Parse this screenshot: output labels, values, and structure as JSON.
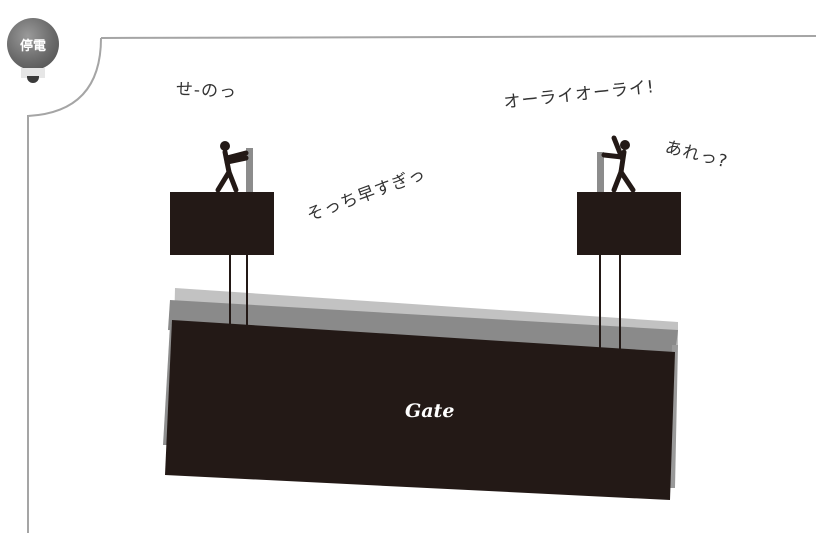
{
  "badge": {
    "label": "停電",
    "icon": "power-outage-lamp-icon"
  },
  "speech": {
    "left_worker": "せ-のっ",
    "right_worker": "オーライオーライ!",
    "middle": "そっち早すぎっ",
    "right_worker_2": "あれっ?"
  },
  "gate": {
    "label": "Gate"
  },
  "colors": {
    "gate": "#231916",
    "ghost_light": "#bdbdbd",
    "ghost_mid": "#888888",
    "frame_line": "#a5a5a5"
  }
}
